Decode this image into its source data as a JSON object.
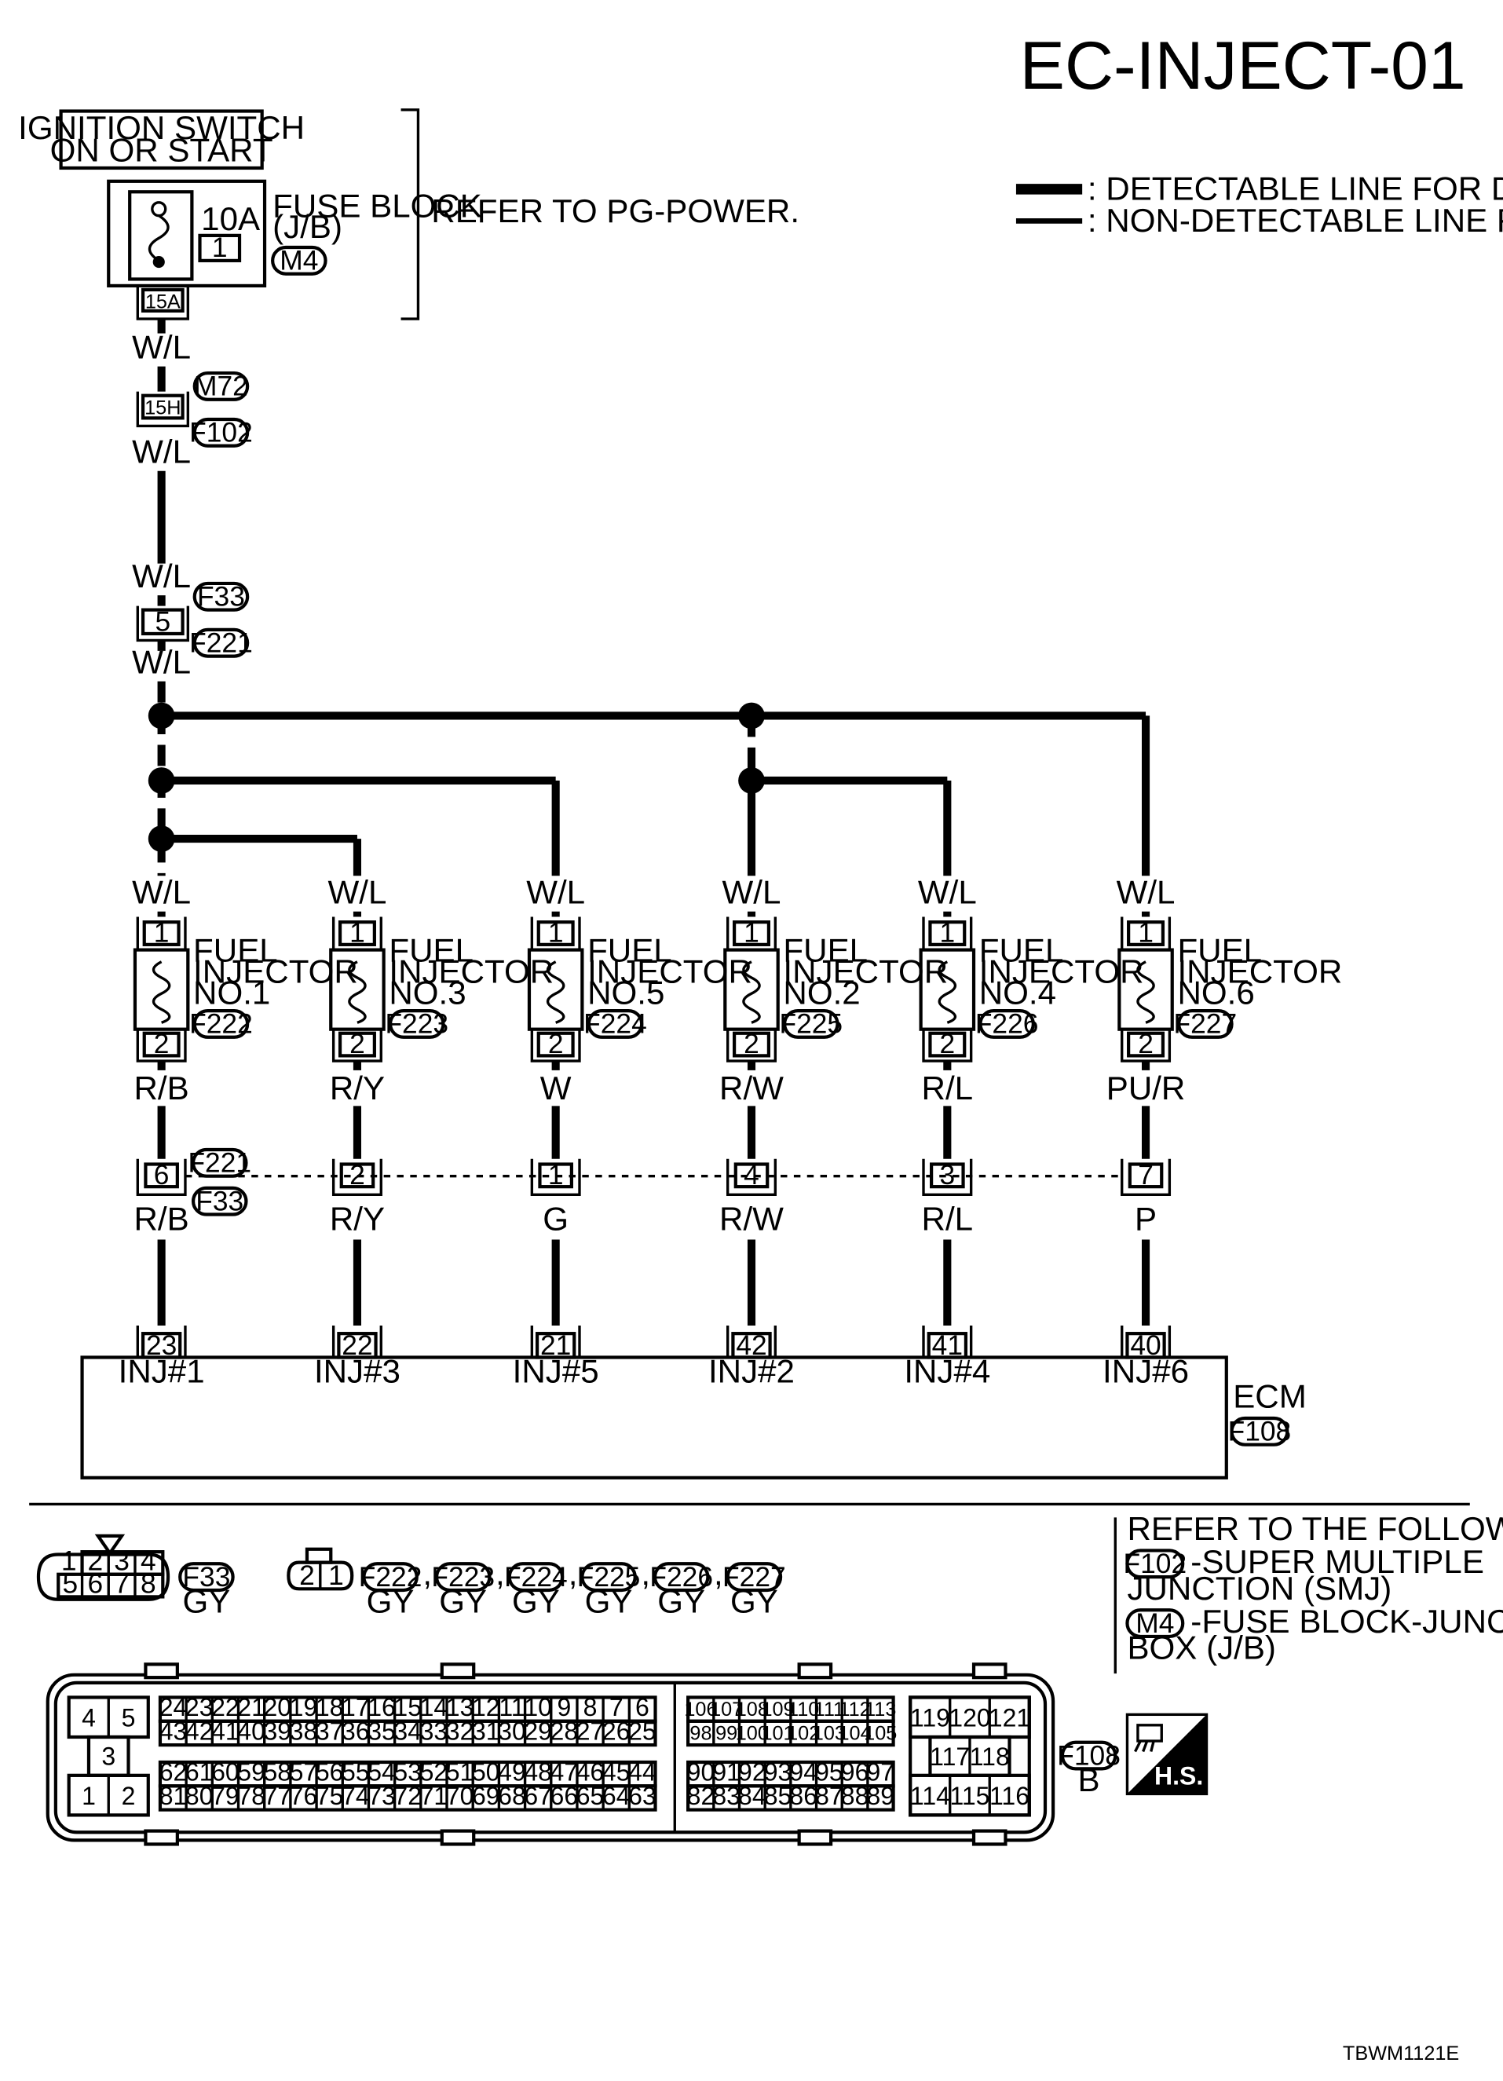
{
  "title": "EC-INJECT-01",
  "legend": {
    "detectable": ": DETECTABLE LINE FOR DTC",
    "non_detectable": ": NON-DETECTABLE LINE FOR DTC"
  },
  "power": {
    "switch_line1": "IGNITION SWITCH",
    "switch_line2": "ON OR START",
    "fuse_amp": "10A",
    "fuse_no": "1",
    "fuse_block_line1": "FUSE BLOCK",
    "fuse_block_line2": "(J/B)",
    "fuse_block_conn": "M4",
    "refer": "REFER TO PG-POWER.",
    "fuse_term": "15A",
    "smj_term": "15H",
    "smj_conn_a": "M72",
    "smj_conn_b": "F102",
    "wire": "W/L",
    "jc_pin": "5",
    "jc_conn_a": "F33",
    "jc_conn_b": "F221"
  },
  "injectors": [
    {
      "name_line1": "FUEL",
      "name_line2": "INJECTOR",
      "name_line3": "NO.1",
      "conn": "F222",
      "pin_top": "1",
      "pin_bot": "2",
      "wire_top": "W/L",
      "wire_bot": "R/B",
      "jc_pin": "6",
      "wire_jc": "R/B",
      "ecm_pin": "23",
      "ecm_label": "INJ#1"
    },
    {
      "name_line1": "FUEL",
      "name_line2": "INJECTOR",
      "name_line3": "NO.3",
      "conn": "F223",
      "pin_top": "1",
      "pin_bot": "2",
      "wire_top": "W/L",
      "wire_bot": "R/Y",
      "jc_pin": "2",
      "wire_jc": "R/Y",
      "ecm_pin": "22",
      "ecm_label": "INJ#3"
    },
    {
      "name_line1": "FUEL",
      "name_line2": "INJECTOR",
      "name_line3": "NO.5",
      "conn": "F224",
      "pin_top": "1",
      "pin_bot": "2",
      "wire_top": "W/L",
      "wire_bot": "W",
      "jc_pin": "1",
      "wire_jc": "G",
      "ecm_pin": "21",
      "ecm_label": "INJ#5"
    },
    {
      "name_line1": "FUEL",
      "name_line2": "INJECTOR",
      "name_line3": "NO.2",
      "conn": "F225",
      "pin_top": "1",
      "pin_bot": "2",
      "wire_top": "W/L",
      "wire_bot": "R/W",
      "jc_pin": "4",
      "wire_jc": "R/W",
      "ecm_pin": "42",
      "ecm_label": "INJ#2"
    },
    {
      "name_line1": "FUEL",
      "name_line2": "INJECTOR",
      "name_line3": "NO.4",
      "conn": "F226",
      "pin_top": "1",
      "pin_bot": "2",
      "wire_top": "W/L",
      "wire_bot": "R/L",
      "jc_pin": "3",
      "wire_jc": "R/L",
      "ecm_pin": "41",
      "ecm_label": "INJ#4"
    },
    {
      "name_line1": "FUEL",
      "name_line2": "INJECTOR",
      "name_line3": "NO.6",
      "conn": "F227",
      "pin_top": "1",
      "pin_bot": "2",
      "wire_top": "W/L",
      "wire_bot": "PU/R",
      "jc_pin": "7",
      "wire_jc": "P",
      "ecm_pin": "40",
      "ecm_label": "INJ#6"
    }
  ],
  "jc_conn_top": "F221",
  "jc_conn_bottom": "F33",
  "ecm": {
    "label": "ECM",
    "conn": "F108"
  },
  "reference": {
    "heading": "REFER TO THE FOLLOWING.",
    "item1_conn": "F102",
    "item1_line1": "-SUPER MULTIPLE",
    "item1_line2": "JUNCTION (SMJ)",
    "item2_conn": "M4",
    "item2_line1": "-FUSE BLOCK-JUNCTION",
    "item2_line2": "BOX (J/B)"
  },
  "connectors": {
    "f33": {
      "pins_top": [
        "1",
        "2",
        "3",
        "4"
      ],
      "pins_bot": [
        "5",
        "6",
        "7",
        "8"
      ],
      "conn": "F33",
      "color": "GY"
    },
    "inj": {
      "pins": [
        "2",
        "1"
      ],
      "conns": [
        "F222",
        "F223",
        "F224",
        "F225",
        "F226",
        "F227"
      ],
      "color": "GY",
      "sep": ","
    },
    "f108": {
      "conn": "F108",
      "color": "B"
    }
  },
  "ecm_connector": {
    "left_block": [
      "4",
      "5",
      "3",
      "1",
      "2"
    ],
    "row1": [
      "24",
      "23",
      "22",
      "21",
      "20",
      "19",
      "18",
      "17",
      "16",
      "15",
      "14",
      "13",
      "12",
      "11",
      "10",
      "9",
      "8",
      "7",
      "6"
    ],
    "row2": [
      "43",
      "42",
      "41",
      "40",
      "39",
      "38",
      "37",
      "36",
      "35",
      "34",
      "33",
      "32",
      "31",
      "30",
      "29",
      "28",
      "27",
      "26",
      "25"
    ],
    "row3": [
      "62",
      "61",
      "60",
      "59",
      "58",
      "57",
      "56",
      "55",
      "54",
      "53",
      "52",
      "51",
      "50",
      "49",
      "48",
      "47",
      "46",
      "45",
      "44"
    ],
    "row4": [
      "81",
      "80",
      "79",
      "78",
      "77",
      "76",
      "75",
      "74",
      "73",
      "72",
      "71",
      "70",
      "69",
      "68",
      "67",
      "66",
      "65",
      "64",
      "63"
    ],
    "mid_row1": [
      "106",
      "107",
      "108",
      "109",
      "110",
      "111",
      "112",
      "113"
    ],
    "mid_row2": [
      "98",
      "99",
      "100",
      "101",
      "102",
      "103",
      "104",
      "105"
    ],
    "mid_row3": [
      "90",
      "91",
      "92",
      "93",
      "94",
      "95",
      "96",
      "97"
    ],
    "mid_row4": [
      "82",
      "83",
      "84",
      "85",
      "86",
      "87",
      "88",
      "89"
    ],
    "right_row1": [
      "119",
      "120",
      "121"
    ],
    "right_row2": [
      "117",
      "118"
    ],
    "right_row3": [
      "114",
      "115",
      "116"
    ]
  },
  "hs_badge": "H.S.",
  "footer_code": "TBWM1121E"
}
